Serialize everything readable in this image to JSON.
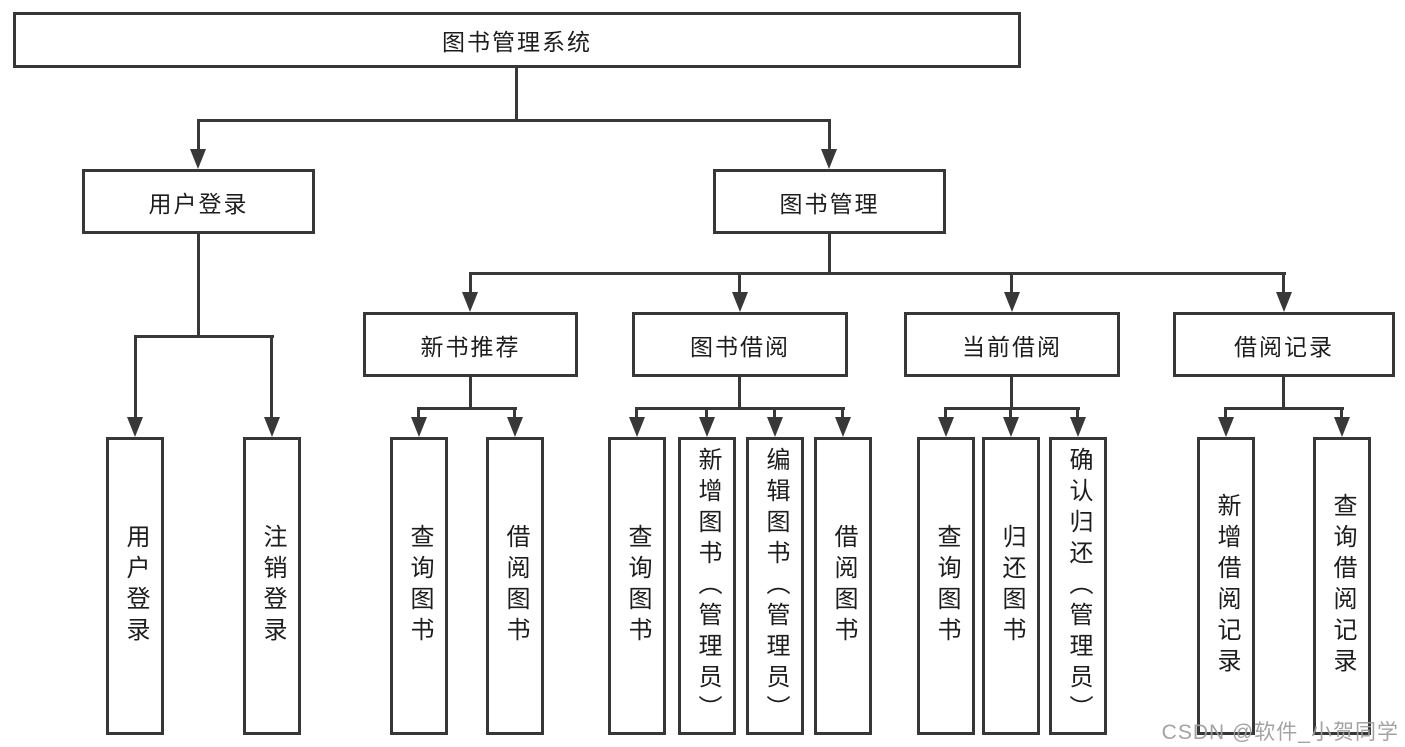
{
  "diagram": {
    "root": "图书管理系统",
    "children": [
      {
        "label": "用户登录",
        "children": [
          {
            "label": "用户登录"
          },
          {
            "label": "注销登录"
          }
        ]
      },
      {
        "label": "图书管理",
        "children": [
          {
            "label": "新书推荐",
            "children": [
              {
                "label": "查询图书"
              },
              {
                "label": "借阅图书"
              }
            ]
          },
          {
            "label": "图书借阅",
            "children": [
              {
                "label": "查询图书"
              },
              {
                "label": "新增图书（管理员）"
              },
              {
                "label": "编辑图书（管理员）"
              },
              {
                "label": "借阅图书"
              }
            ]
          },
          {
            "label": "当前借阅",
            "children": [
              {
                "label": "查询图书"
              },
              {
                "label": "归还图书"
              },
              {
                "label": "确认归还（管理员）"
              }
            ]
          },
          {
            "label": "借阅记录",
            "children": [
              {
                "label": "新增借阅记录"
              },
              {
                "label": "查询借阅记录"
              }
            ]
          }
        ]
      }
    ]
  },
  "watermark": "CSDN @软件_小贺同学",
  "colors": {
    "line": "#383838",
    "text": "#1d1d1d",
    "background": "#ffffff",
    "watermark": "#9e9e9e"
  }
}
